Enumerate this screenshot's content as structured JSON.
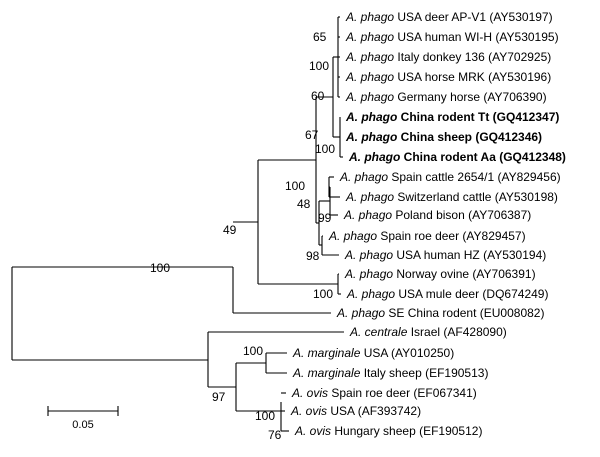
{
  "tree": {
    "leaves": [
      {
        "genus": "A.",
        "species": "phago",
        "rest": "USA deer AP-V1 (AY530197)",
        "bold": false
      },
      {
        "genus": "A.",
        "species": "phago",
        "rest": "USA human WI-H (AY530195)",
        "bold": false
      },
      {
        "genus": "A.",
        "species": "phago",
        "rest": "Italy donkey 136 (AY702925)",
        "bold": false
      },
      {
        "genus": "A.",
        "species": "phago",
        "rest": "USA horse MRK (AY530196)",
        "bold": false
      },
      {
        "genus": "A.",
        "species": "phago",
        "rest": "Germany horse (AY706390)",
        "bold": false
      },
      {
        "genus": "A.",
        "species": "phago",
        "rest": "China rodent Tt (GQ412347)",
        "bold": true
      },
      {
        "genus": "A.",
        "species": "phago",
        "rest": "China sheep (GQ412346)",
        "bold": true
      },
      {
        "genus": "A.",
        "species": "phago",
        "rest": "China rodent Aa (GQ412348)",
        "bold": true
      },
      {
        "genus": "A.",
        "species": "phago",
        "rest": "Spain cattle 2654/1 (AY829456)",
        "bold": false
      },
      {
        "genus": "A.",
        "species": "phago",
        "rest": "Switzerland cattle (AY530198)",
        "bold": false
      },
      {
        "genus": "A.",
        "species": "phago",
        "rest": "Poland bison (AY706387)",
        "bold": false
      },
      {
        "genus": "A.",
        "species": "phago",
        "rest": "Spain roe deer (AY829457)",
        "bold": false
      },
      {
        "genus": "A.",
        "species": "phago",
        "rest": "USA human HZ (AY530194)",
        "bold": false
      },
      {
        "genus": "A.",
        "species": "phago",
        "rest": "Norway ovine (AY706391)",
        "bold": false
      },
      {
        "genus": "A.",
        "species": "phago",
        "rest": "USA mule deer (DQ674249)",
        "bold": false
      },
      {
        "genus": "A.",
        "species": "phago",
        "rest": "SE China rodent (EU008082)",
        "bold": false
      },
      {
        "genus": "A.",
        "species": "centrale",
        "rest": "Israel (AF428090)",
        "bold": false
      },
      {
        "genus": "A.",
        "species": "marginale",
        "rest": "USA (AY010250)",
        "bold": false
      },
      {
        "genus": "A.",
        "species": "marginale",
        "rest": "Italy sheep (EF190513)",
        "bold": false
      },
      {
        "genus": "A.",
        "species": "ovis",
        "rest": "Spain roe deer (EF067341)",
        "bold": false
      },
      {
        "genus": "A.",
        "species": "ovis",
        "rest": "USA (AF393742)",
        "bold": false
      },
      {
        "genus": "A.",
        "species": "ovis",
        "rest": "Hungary sheep (EF190512)",
        "bold": false
      }
    ],
    "bootstrap": [
      {
        "id": "bs65",
        "value": "65"
      },
      {
        "id": "bs100a",
        "value": "100"
      },
      {
        "id": "bs60",
        "value": "60"
      },
      {
        "id": "bs67",
        "value": "67"
      },
      {
        "id": "bs100b",
        "value": "100"
      },
      {
        "id": "bs48",
        "value": "48"
      },
      {
        "id": "bs99",
        "value": "99"
      },
      {
        "id": "bs100c",
        "value": "100"
      },
      {
        "id": "bs98",
        "value": "98"
      },
      {
        "id": "bs49",
        "value": "49"
      },
      {
        "id": "bs100d",
        "value": "100"
      },
      {
        "id": "bs100e",
        "value": "100"
      },
      {
        "id": "bs100f",
        "value": "100"
      },
      {
        "id": "bs97",
        "value": "97"
      },
      {
        "id": "bs100g",
        "value": "100"
      },
      {
        "id": "bs76",
        "value": "76"
      }
    ],
    "scale_bar": {
      "label": "0.05"
    }
  }
}
